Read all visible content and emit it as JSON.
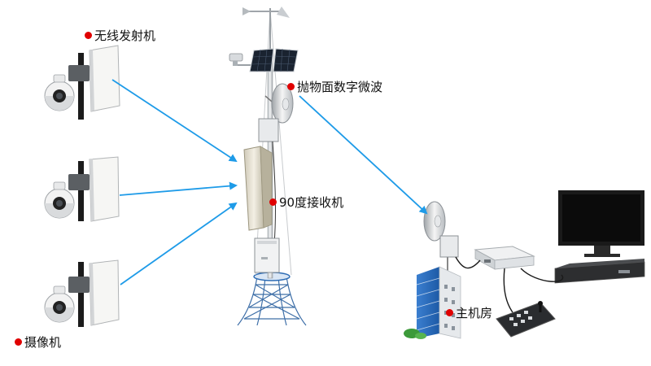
{
  "labels": {
    "wireless_transmitter": "无线发射机",
    "parabolic_microwave": "抛物面数字微波",
    "receiver_90deg": "90度接收机",
    "camera": "摄像机",
    "control_room": "主机房"
  },
  "colors": {
    "link_arrow": "#1e9be8",
    "label_dot": "#e00000"
  }
}
